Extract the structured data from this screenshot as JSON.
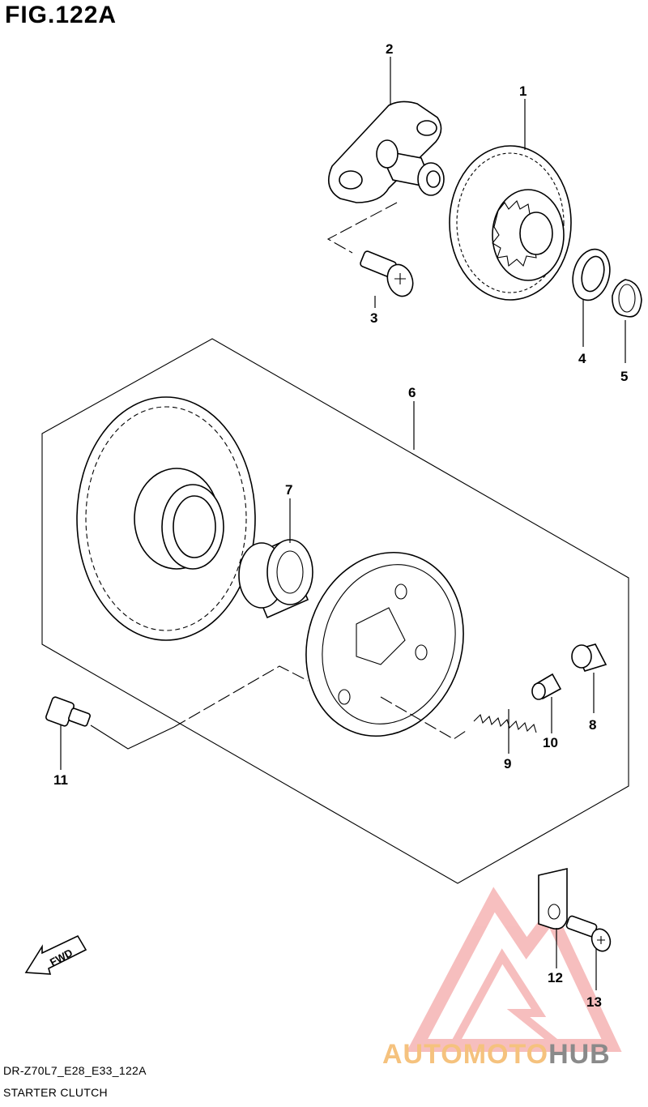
{
  "figure": {
    "title": "FIG.122A"
  },
  "callouts": [
    "1",
    "2",
    "3",
    "4",
    "5",
    "6",
    "7",
    "8",
    "9",
    "10",
    "11",
    "12",
    "13"
  ],
  "fwd_label": "FWD",
  "footer": {
    "code": "DR-Z70L7_E28_E33_122A",
    "name": "STARTER CLUTCH"
  },
  "watermark": {
    "part_a": "AUTOMOTO",
    "part_b": "HUB",
    "colors": {
      "logo": "#f08a8a",
      "text_a": "#f5c27e",
      "text_b": "#8a8a8a"
    }
  }
}
